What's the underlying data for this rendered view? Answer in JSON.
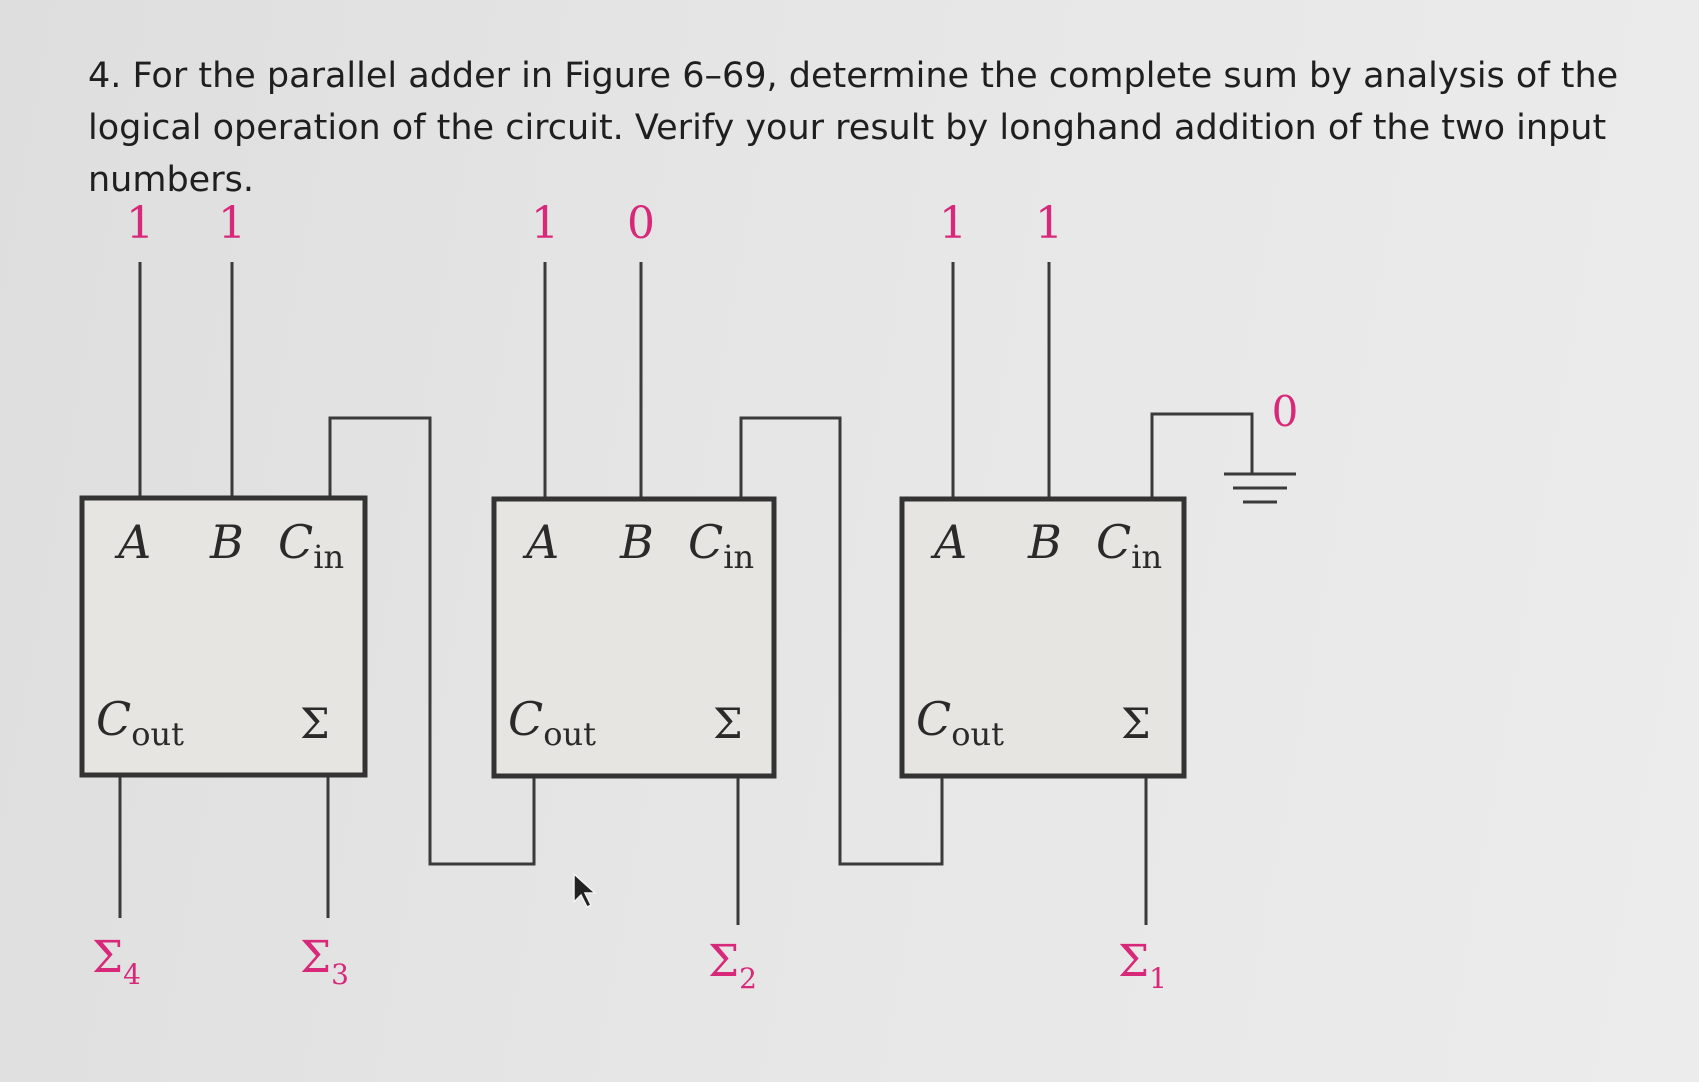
{
  "question": {
    "number": "4.",
    "text": "For the parallel adder in Figure 6–69, determine the complete sum by analysis of the logical operation of the circuit. Verify your result by longhand addition of the two input numbers."
  },
  "inputs": [
    {
      "a": "1",
      "b": "1"
    },
    {
      "a": "1",
      "b": "0"
    },
    {
      "a": "1",
      "b": "1"
    }
  ],
  "carry_in": "0",
  "adder_labels": {
    "a": "A",
    "b": "B",
    "cin_main": "C",
    "cin_sub": "in",
    "cout_main": "C",
    "cout_sub": "out",
    "sum": "Σ"
  },
  "outputs": [
    {
      "main": "Σ",
      "sub": "4"
    },
    {
      "main": "Σ",
      "sub": "3"
    },
    {
      "main": "Σ",
      "sub": "2"
    },
    {
      "main": "Σ",
      "sub": "1"
    }
  ]
}
